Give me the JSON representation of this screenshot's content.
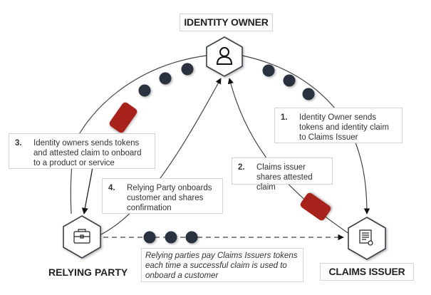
{
  "nodes": {
    "identity_owner": {
      "label": "IDENTITY OWNER",
      "icon": "user-icon"
    },
    "relying_party": {
      "label": "RELYING PARTY",
      "icon": "briefcase-icon"
    },
    "claims_issuer": {
      "label": "CLAIMS ISSUER",
      "icon": "certificate-icon"
    }
  },
  "steps": [
    {
      "num": "1.",
      "text": "Identity Owner sends tokens and identity claim to Claims Issuer"
    },
    {
      "num": "2.",
      "text": "Claims issuer shares attested claim"
    },
    {
      "num": "3.",
      "text": "Identity owners sends tokens and attested claim to onboard to a product or service"
    },
    {
      "num": "4.",
      "text": "Relying Party onboards customer and shares confirmation"
    }
  ],
  "note": "Relying parties pay Claims Issuers tokens each time a successful claim is used to onboard a customer",
  "colors": {
    "token": "#2a3140",
    "claim": "#a8201a",
    "line": "#3a3a3a",
    "hex_border": "#3a3f47"
  }
}
